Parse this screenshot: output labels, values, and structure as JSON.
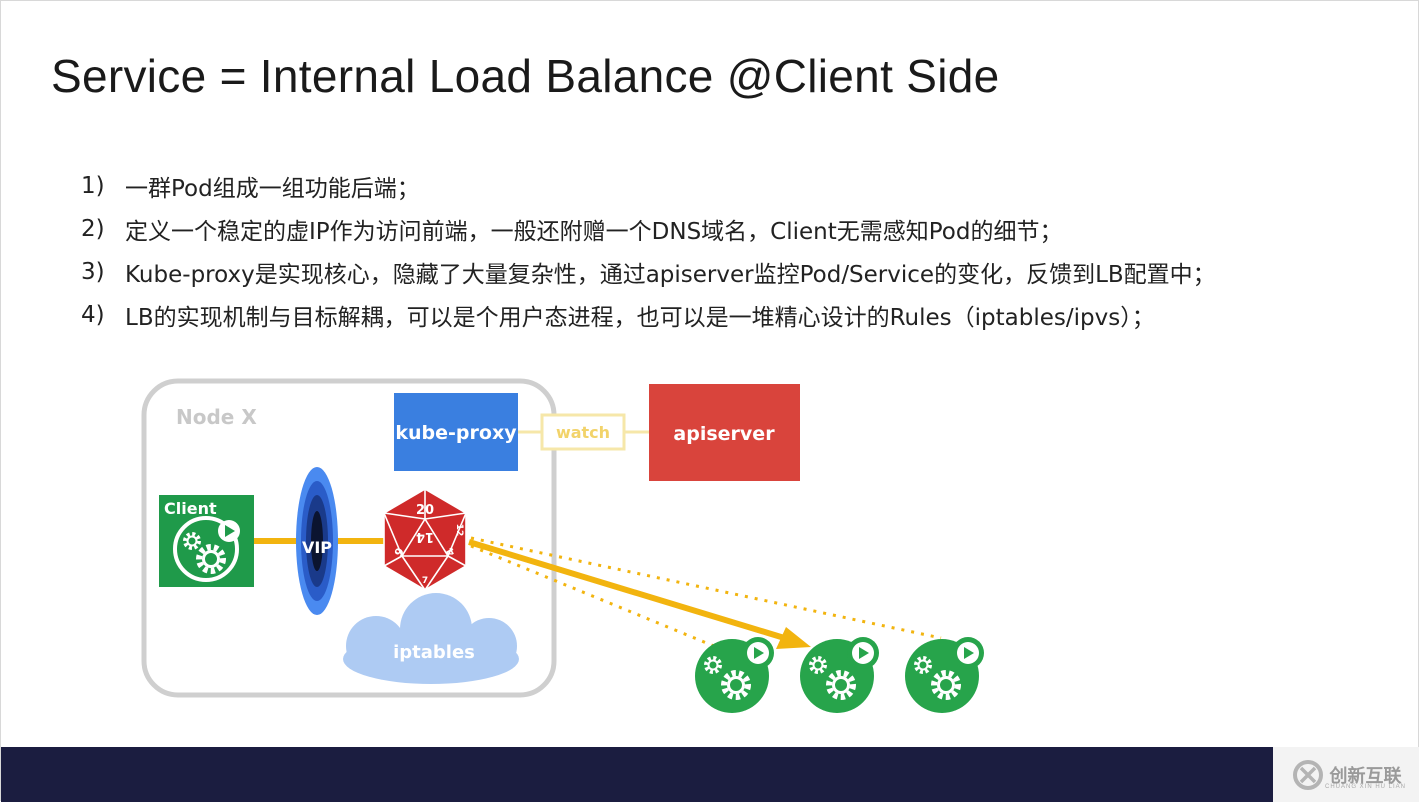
{
  "title": "Service = Internal Load Balance @Client Side",
  "bullets": [
    {
      "num": "1)",
      "text": "一群Pod组成一组功能后端；"
    },
    {
      "num": "2)",
      "text": "定义一个稳定的虚IP作为访问前端，一般还附赠一个DNS域名，Client无需感知Pod的细节；"
    },
    {
      "num": "3)",
      "text": "Kube-proxy是实现核心，隐藏了大量复杂性，通过apiserver监控Pod/Service的变化，反馈到LB配置中；"
    },
    {
      "num": "4)",
      "text": "LB的实现机制与目标解耦，可以是个用户态进程，也可以是一堆精心设计的Rules（iptables/ipvs）；"
    }
  ],
  "diagram": {
    "node_label": "Node X",
    "kube_proxy": "kube-proxy",
    "watch": "watch",
    "apiserver": "apiserver",
    "client": "Client",
    "vip": "VIP",
    "iptables": "iptables",
    "dice_numbers": [
      "20",
      "14",
      "6",
      "4",
      "12",
      "7"
    ],
    "icons": [
      "client-gear-icon",
      "pod-gear-icon",
      "d20-dice-icon",
      "cloud-icon",
      "vip-portal-icon"
    ],
    "colors": {
      "kube_proxy": "#3a7fe0",
      "apiserver": "#d9443c",
      "client": "#1f9a4a",
      "pod": "#27a44b",
      "arrow": "#f2b40f",
      "cloud": "#aecbf3",
      "vip": "#2e6fd8",
      "dice": "#cf2a2a",
      "node_border": "#cccccc"
    }
  },
  "footer": {
    "logo_text": "创新互联",
    "logo_sub": "CHUANG XIN HU LIAN"
  }
}
